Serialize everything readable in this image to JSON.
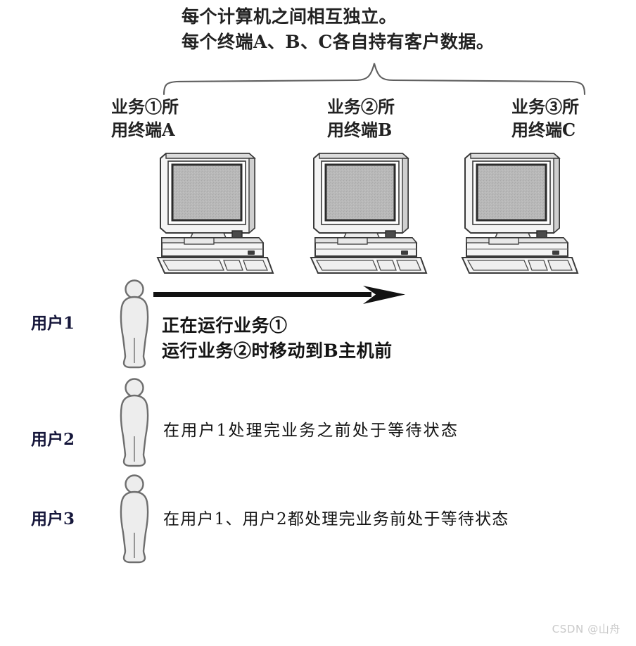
{
  "figure": {
    "kind": "schematic-diagram",
    "caption_title": {
      "line1": "每个计算机之间相互独立。",
      "line2": "每个终端A、B、C各自持有客户数据。"
    },
    "brace": {
      "name": "horizontal-curly-brace",
      "spans_columns": 3,
      "color": "#5a5a5a"
    },
    "terminals": [
      {
        "id": "A",
        "label_line1": "业务①所",
        "label_line2": "用终端A",
        "icon": "desktop-computer-icon"
      },
      {
        "id": "B",
        "label_line1": "业务②所",
        "label_line2": "用终端B",
        "icon": "desktop-computer-icon"
      },
      {
        "id": "C",
        "label_line1": "业务③所",
        "label_line2": "用终端C",
        "icon": "desktop-computer-icon"
      }
    ],
    "arrow": {
      "name": "rightward-movement-arrow",
      "direction": "right",
      "color": "#111111",
      "from_terminal": "A",
      "to_terminal": "B"
    },
    "users": [
      {
        "label": "用户1",
        "icon": "person-figure-icon",
        "note_line1": "正在运行业务①",
        "note_line2": "运行业务②时移动到B主机前",
        "has_arrow": true
      },
      {
        "label": "用户2",
        "icon": "person-figure-icon",
        "note_line1": "在用户1处理完业务之前处于等待状态",
        "note_line2": "",
        "has_arrow": false
      },
      {
        "label": "用户3",
        "icon": "person-figure-icon",
        "note_line1": "在用户1、用户2都处理完业务前处于等待状态",
        "note_line2": "",
        "has_arrow": false
      }
    ],
    "colors": {
      "background": "#ffffff",
      "ink": "#1a1a1a",
      "screen_fill": "#b6b6b6",
      "case_fill": "#f2f2f2",
      "person_fill": "#ededed",
      "person_stroke": "#6e6e6e",
      "watermark": "#c9c9c9"
    },
    "watermark": "CSDN @山舟"
  }
}
